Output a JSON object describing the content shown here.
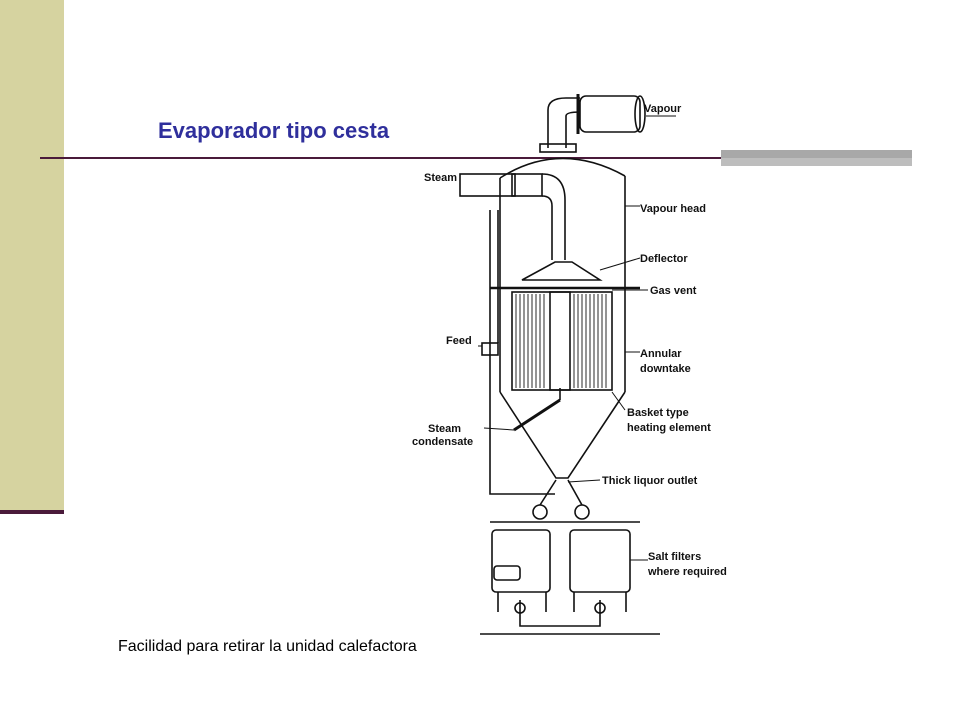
{
  "slide": {
    "title": "Evaporador tipo cesta",
    "caption": "Facilidad para retirar la unidad calefactora"
  },
  "diagram": {
    "labels": {
      "vapour": "Vapour",
      "steam": "Steam",
      "vapour_head": "Vapour head",
      "deflector": "Deflector",
      "gas_vent": "Gas vent",
      "feed": "Feed",
      "annular": "Annular",
      "downtake": "downtake",
      "steam_cond_1": "Steam",
      "steam_cond_2": "condensate",
      "basket_1": "Basket type",
      "basket_2": "heating element",
      "thick_liquor": "Thick liquor outlet",
      "salt_1": "Salt filters",
      "salt_2": "where required"
    }
  },
  "colors": {
    "title": "#2f2f9c",
    "left_bar": "#d6d3a0",
    "rule": "#4a1a3a",
    "accent_grey": "#a8a8a8"
  }
}
